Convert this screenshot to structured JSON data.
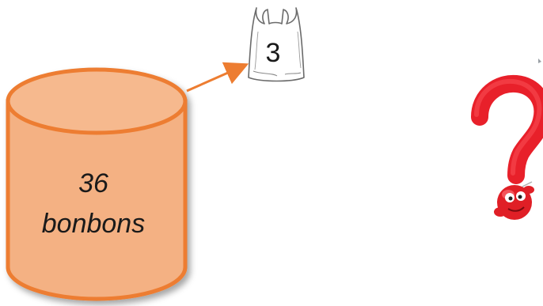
{
  "cylinder": {
    "line1": "36",
    "line2": "bonbons",
    "fill_color": "#f4b183",
    "stroke_color": "#ed7d31"
  },
  "bag": {
    "number": "3",
    "icon": "plastic-bag-icon"
  },
  "arrow": {
    "color": "#ed7d31"
  },
  "question_mark": {
    "icon": "question-mark-icon",
    "color": "#e8202a"
  }
}
